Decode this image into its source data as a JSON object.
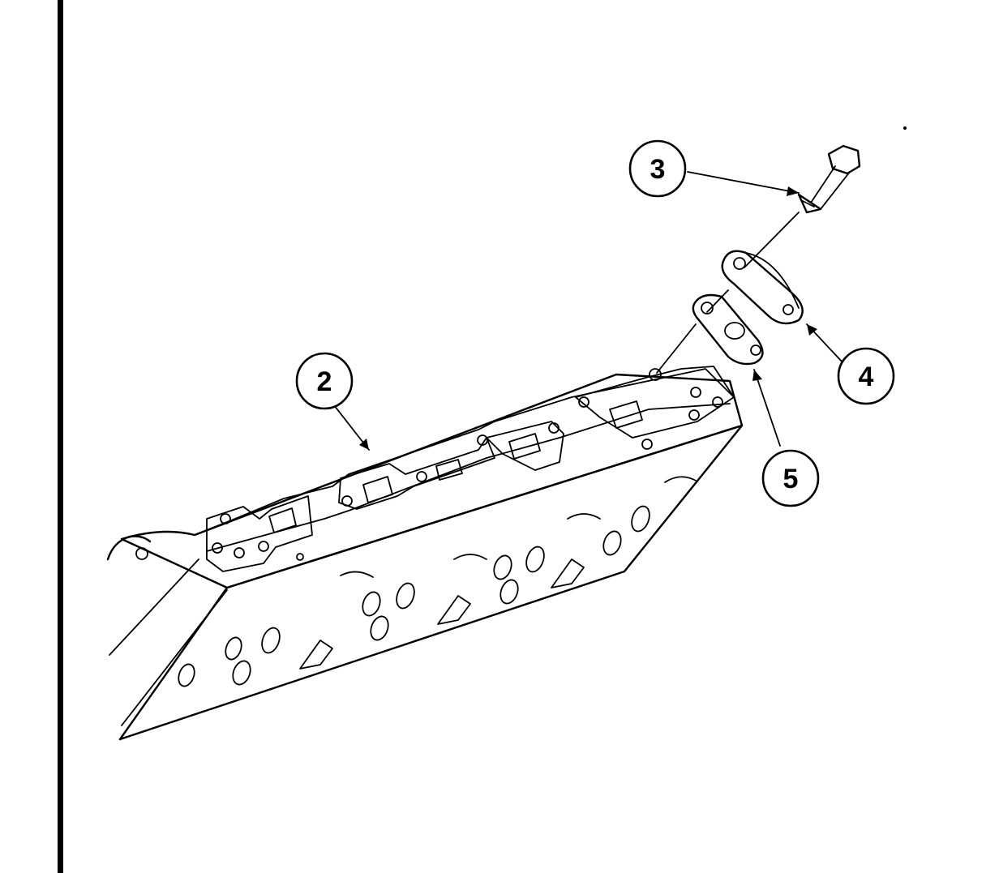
{
  "callouts": {
    "c2": "2",
    "c3": "3",
    "c4": "4",
    "c5": "5"
  }
}
